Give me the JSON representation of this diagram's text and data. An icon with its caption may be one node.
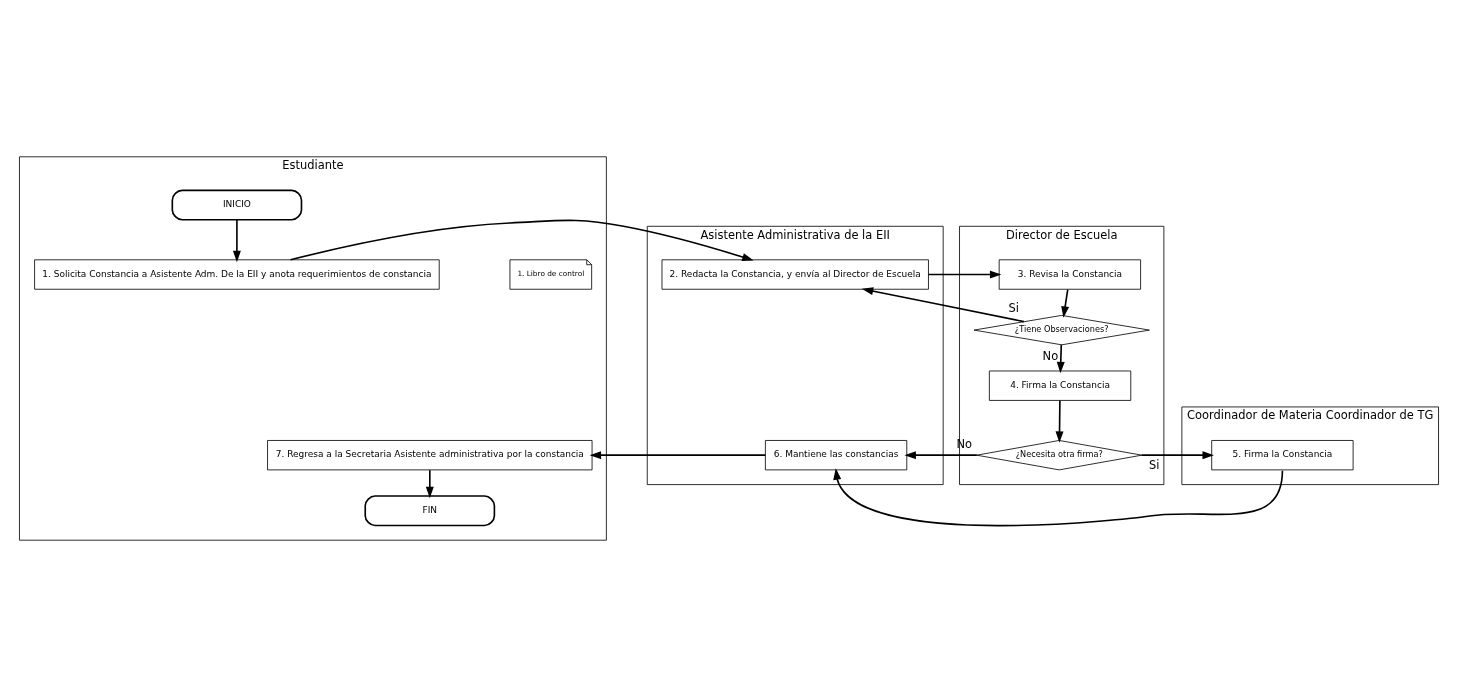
{
  "diagram": {
    "nodes": [
      {
        "text": [
          "Estudiante"
        ]
      },
      {
        "text": [
          "Asistente Administrativa de la EII"
        ]
      },
      {
        "text": [
          "Director de Escuela"
        ]
      },
      {
        "text": [
          "Coordinador de Materia Coordinador de TG"
        ]
      },
      {
        "text": [
          "INICIO"
        ],
        "in": 0
      },
      {
        "text": [
          "1. Solicita Constancia a Asistente Adm. De la EII y anota requerimientos de constancia"
        ],
        "in": 0
      },
      {
        "text": [
          "1. Libro de control"
        ],
        "in": 0
      },
      {
        "text": [
          "2. Redacta la Constancia, y envía al Director de Escuela"
        ],
        "in": 1
      },
      {
        "text": [
          "3. Revisa la Constancia"
        ],
        "in": 2
      },
      {
        "text": [
          "¿Tiene Observaciones?"
        ],
        "in": 2
      },
      {
        "text": [
          "4. Firma la Constancia"
        ],
        "in": 2
      },
      {
        "text": [
          "¿Necesita otra firma?"
        ],
        "in": 2
      },
      {
        "text": [
          "5. Firma la Constancia"
        ],
        "in": 3
      },
      {
        "text": [
          "6. Mantiene las constancias"
        ],
        "in": 1
      },
      {
        "text": [
          "7. Regresa a la Secretaria Asistente administrativa por la constancia"
        ],
        "in": 0
      },
      {
        "text": [
          "FIN"
        ],
        "in": 0
      }
    ],
    "edges": [
      {
        "from": 4,
        "to": 5,
        "arrow": "to"
      },
      {
        "from": 5,
        "to": 7,
        "arrow": "to"
      },
      {
        "from": 7,
        "to": 8,
        "arrow": "to"
      },
      {
        "from": 8,
        "to": 9,
        "arrow": "to"
      },
      {
        "from": 9,
        "to": 7,
        "arrow": "to",
        "label": "Si"
      },
      {
        "from": 9,
        "to": 10,
        "arrow": "to",
        "label": "No"
      },
      {
        "from": 10,
        "to": 11,
        "arrow": "to"
      },
      {
        "from": 11,
        "to": 12,
        "arrow": "to",
        "label": "Si"
      },
      {
        "from": 11,
        "to": 13,
        "arrow": "to",
        "label": "No"
      },
      {
        "from": 12,
        "to": 13,
        "arrow": "to"
      },
      {
        "from": 13,
        "to": 14,
        "arrow": "to"
      },
      {
        "from": 14,
        "to": 15,
        "arrow": "to"
      }
    ]
  }
}
